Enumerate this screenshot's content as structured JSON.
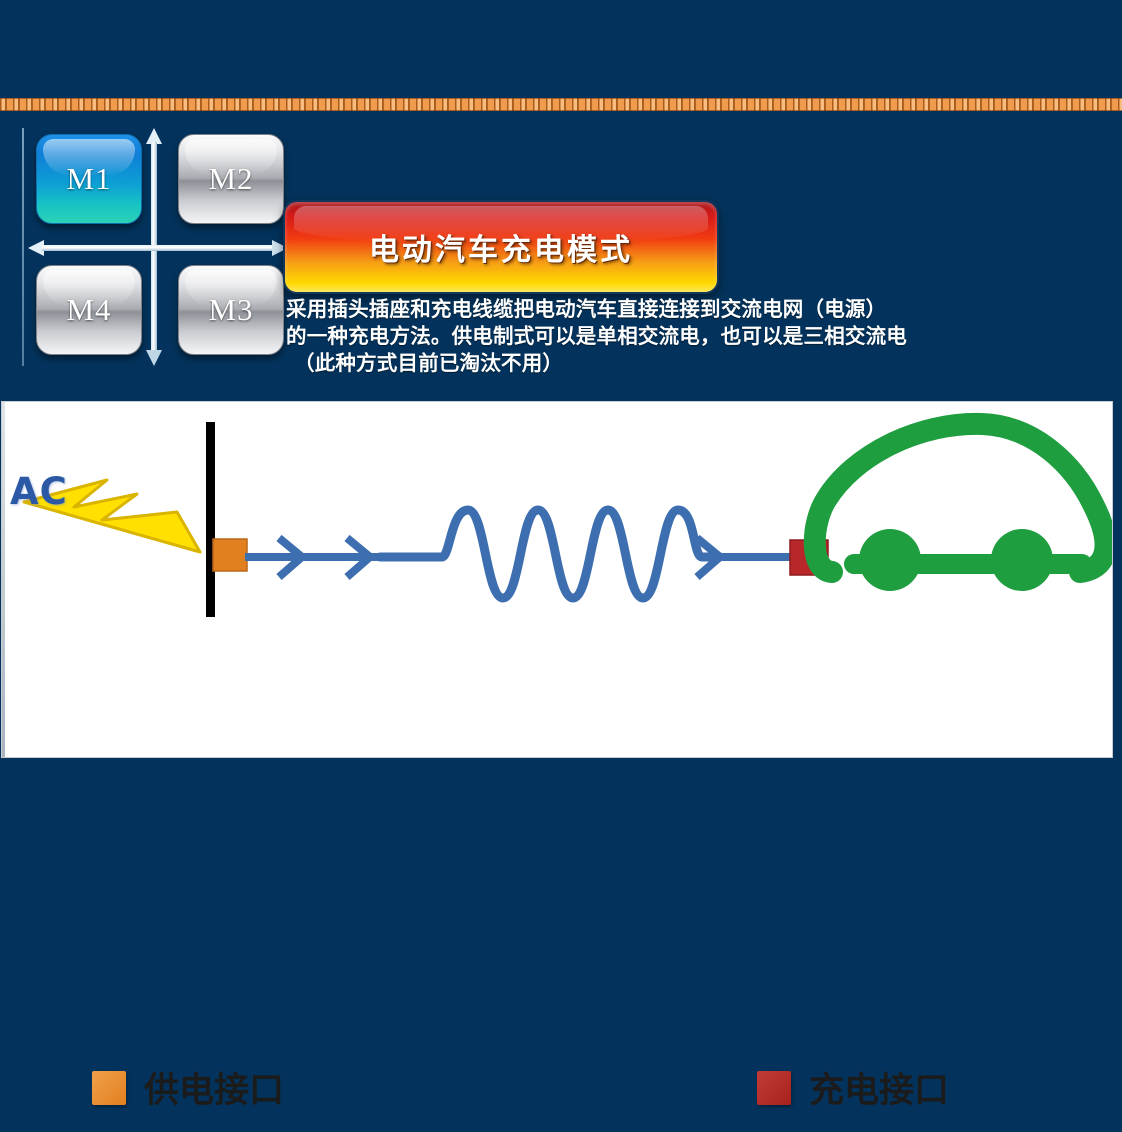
{
  "slide": {
    "background_color": "#03335c",
    "border_color": "#e88d3c"
  },
  "matrix": {
    "name": "charging-mode-quadrant",
    "tiles": [
      {
        "label": "M1",
        "state": "active",
        "color": "#0f8fd8"
      },
      {
        "label": "M2",
        "state": "inactive",
        "color": "#c9cbd0"
      },
      {
        "label": "M3",
        "state": "inactive",
        "color": "#c9cbd0"
      },
      {
        "label": "M4",
        "state": "inactive",
        "color": "#c9cbd0"
      }
    ]
  },
  "banner": {
    "title": "电动汽车充电模式",
    "gradient_from": "#d71a18",
    "gradient_to": "#ffd800"
  },
  "body": {
    "line1": "采用插头插座和充电线缆把电动汽车直接连接到交流电网（电源）",
    "line2": "的一种充电方法。供电制式可以是单相交流电，也可以是三相交流电",
    "line3": "（此种方式目前已淘汰不用）"
  },
  "diagram": {
    "ac_label": "AC",
    "ac_label_color": "#2b59a6",
    "bolt_color": "#ffe000",
    "wall_color": "#000000",
    "cable_color": "#3d6fb0",
    "supply_port_color": "#e2801f",
    "charge_port_color": "#b8282a",
    "car_color": "#1f9e40"
  },
  "legend": {
    "items": [
      {
        "label": "供电接口",
        "color": "#e2801f"
      },
      {
        "label": "充电接口",
        "color": "#b8282a"
      }
    ]
  }
}
